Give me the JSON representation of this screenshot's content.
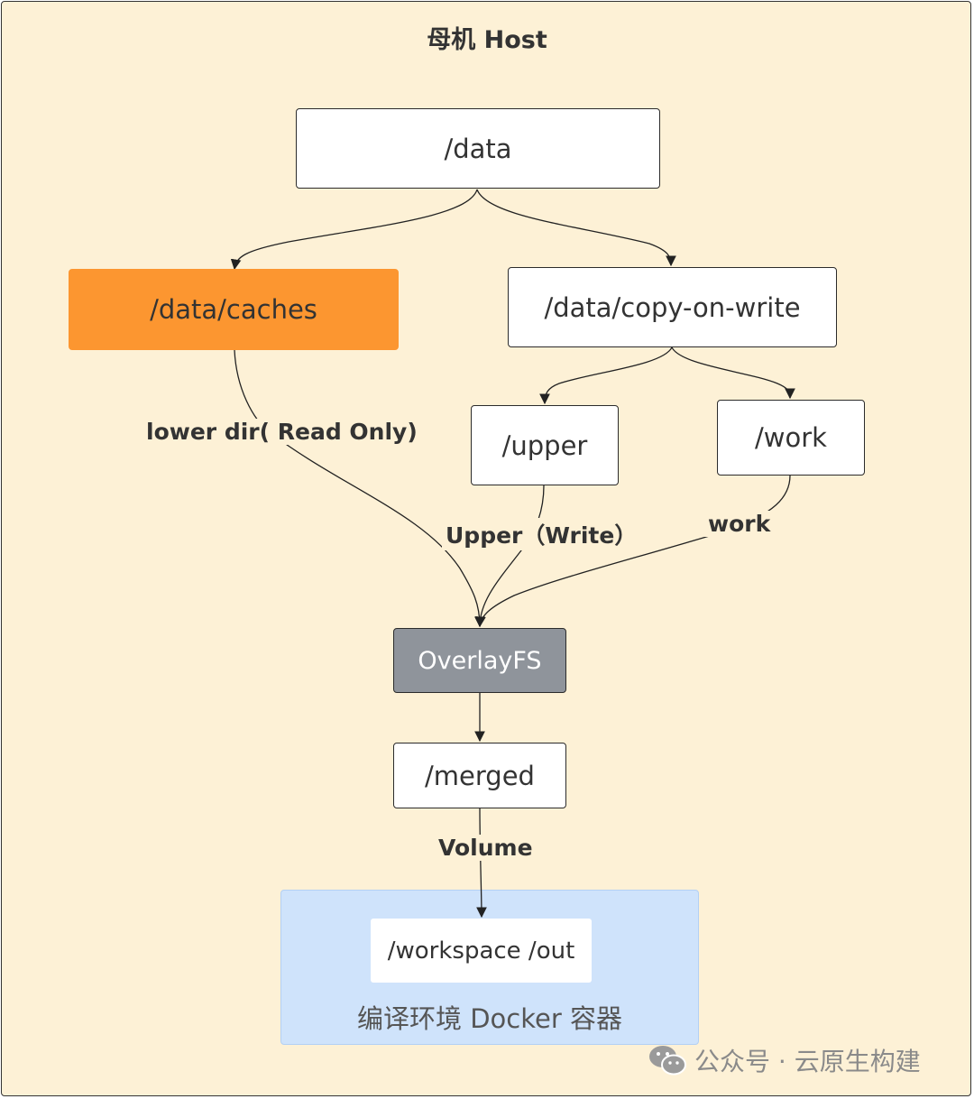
{
  "host": {
    "title": "母机 Host"
  },
  "nodes": {
    "data": "/data",
    "caches": "/data/caches",
    "cow": "/data/copy-on-write",
    "upper": "/upper",
    "work": "/work",
    "overlay": "OverlayFS",
    "merged": "/merged",
    "workspace": "/workspace /out"
  },
  "edges": {
    "lower": "lower dir( Read Only)",
    "upper": "Upper（Write）",
    "work": "work",
    "volume": "Volume"
  },
  "container": {
    "label": "编译环境 Docker 容器"
  },
  "watermark": {
    "text": "公众号 · 云原生构建",
    "icon": "wechat-icon"
  },
  "colors": {
    "background": "#fdf1d6",
    "caches": "#fc9630",
    "overlay": "#8f949b",
    "container": "#cfe3fb"
  }
}
